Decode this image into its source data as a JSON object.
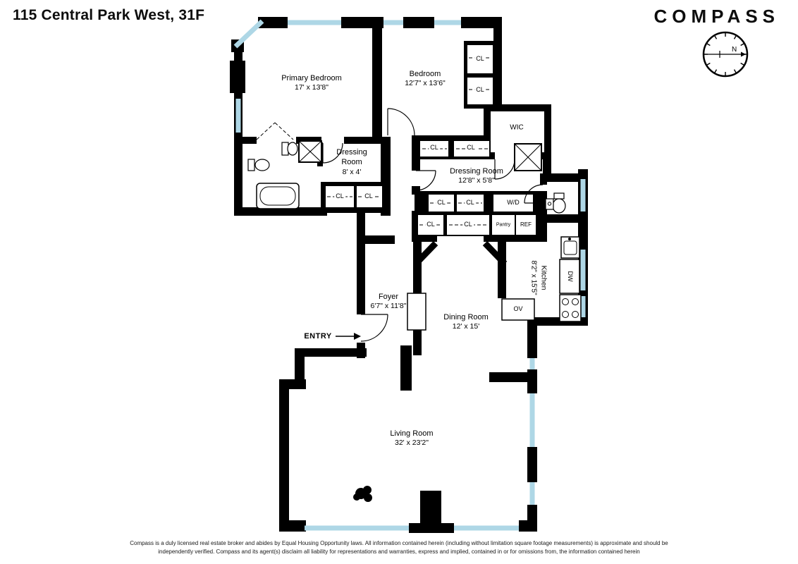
{
  "header": {
    "title": "115 Central Park West, 31F",
    "brand": "COMPASS"
  },
  "compass_rose": {
    "north_label": "N"
  },
  "rooms": {
    "primary_bedroom": {
      "name": "Primary Bedroom",
      "dims": "17' x 13'8\""
    },
    "bedroom": {
      "name": "Bedroom",
      "dims": "12'7\" x 13'6\""
    },
    "dressing_room_1": {
      "name": "Dressing Room",
      "dims": "8' x 4'"
    },
    "dressing_room_2": {
      "name": "Dressing Room",
      "dims": "12'8\" x 5'8\""
    },
    "kitchen": {
      "name": "Kitchen",
      "dims": "8'2\" x 15'5\""
    },
    "foyer": {
      "name": "Foyer",
      "dims": "6'7\" x 11'8\""
    },
    "dining_room": {
      "name": "Dining Room",
      "dims": "12' x 15'"
    },
    "living_room": {
      "name": "Living Room",
      "dims": "32' x 23'2\""
    }
  },
  "labels": {
    "closet": "CL",
    "wic": "WIC",
    "washer_dryer": "W/D",
    "pantry": "Pantry",
    "refrigerator": "REF",
    "dishwasher": "DW",
    "oven": "OV",
    "entry": "ENTRY"
  },
  "colors": {
    "wall": "#000000",
    "window": "#aed7e6",
    "background": "#ffffff",
    "text": "#0d0d0d"
  },
  "footer": {
    "line1": "Compass is a duly licensed real estate broker and abides by Equal Housing Opportunity laws.  All information contained herein (including without limitation square footage measurements) is approximate and should be",
    "line2": "independently verified. Compass and its agent(s) disclaim all liability for representations and warranties, express and implied, contained in or for omissions from, the information contained herein"
  }
}
